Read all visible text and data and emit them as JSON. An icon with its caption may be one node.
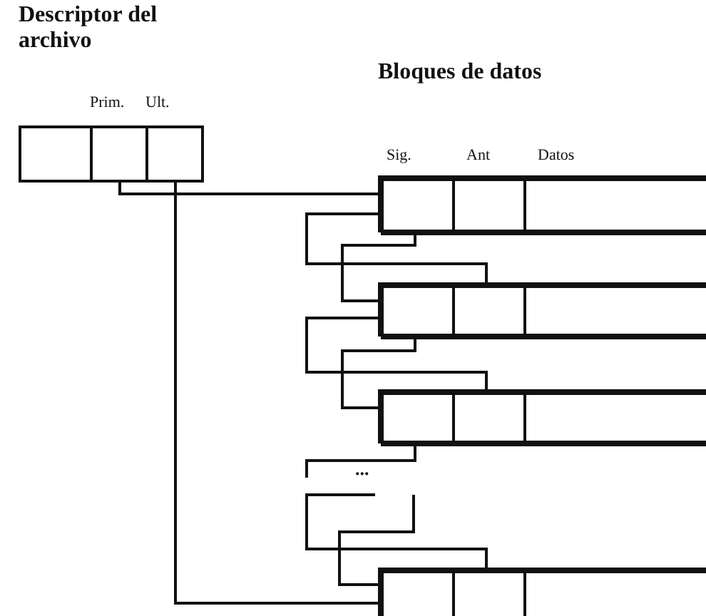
{
  "diagram": {
    "nodes": [
      {
        "text": [
          "Descriptor del archivo"
        ]
      },
      {
        "text": [],
        "shape": "box",
        "in": 0
      },
      {
        "text": [
          "Prim."
        ],
        "in": 0
      },
      {
        "text": [
          "Ult."
        ],
        "in": 0
      },
      {
        "text": [],
        "shape": "box"
      },
      {
        "text": [
          "Sig."
        ],
        "in": 4
      },
      {
        "text": [
          "Ant"
        ],
        "in": 4
      },
      {
        "text": [
          "Datos"
        ],
        "in": 4
      },
      {
        "text": [],
        "shape": "box"
      },
      {
        "text": [],
        "shape": "box",
        "in": 8
      },
      {
        "text": [],
        "shape": "box",
        "in": 8
      },
      {
        "text": [],
        "shape": "box",
        "in": 8
      },
      {
        "text": [],
        "shape": "box"
      },
      {
        "text": [],
        "shape": "box",
        "in": 12
      },
      {
        "text": [],
        "shape": "box",
        "in": 12
      },
      {
        "text": [],
        "shape": "box",
        "in": 12
      },
      {
        "text": [],
        "shape": "box"
      },
      {
        "text": [],
        "shape": "box",
        "in": 16
      },
      {
        "text": [],
        "shape": "box",
        "in": 16
      },
      {
        "text": [],
        "shape": "box",
        "in": 16
      }
    ],
    "edges": [
      {
        "from": 2,
        "to": 4,
        "arrow": "none"
      },
      {
        "from": 3,
        "to": 16,
        "arrow": "none"
      },
      {
        "from": 5,
        "to": 8,
        "arrow": "none"
      },
      {
        "from": 10,
        "to": 4,
        "arrow": "none"
      },
      {
        "from": 9,
        "to": 12,
        "arrow": "none"
      },
      {
        "from": 14,
        "to": 8,
        "arrow": "none"
      },
      {
        "from": 13,
        "to": null,
        "arrow": "none"
      },
      {
        "from": 18,
        "to": null,
        "arrow": "none"
      },
      {
        "from": null,
        "to": 16,
        "arrow": "none"
      }
    ],
    "labels": [
      "Bloques de datos",
      "..."
    ]
  }
}
